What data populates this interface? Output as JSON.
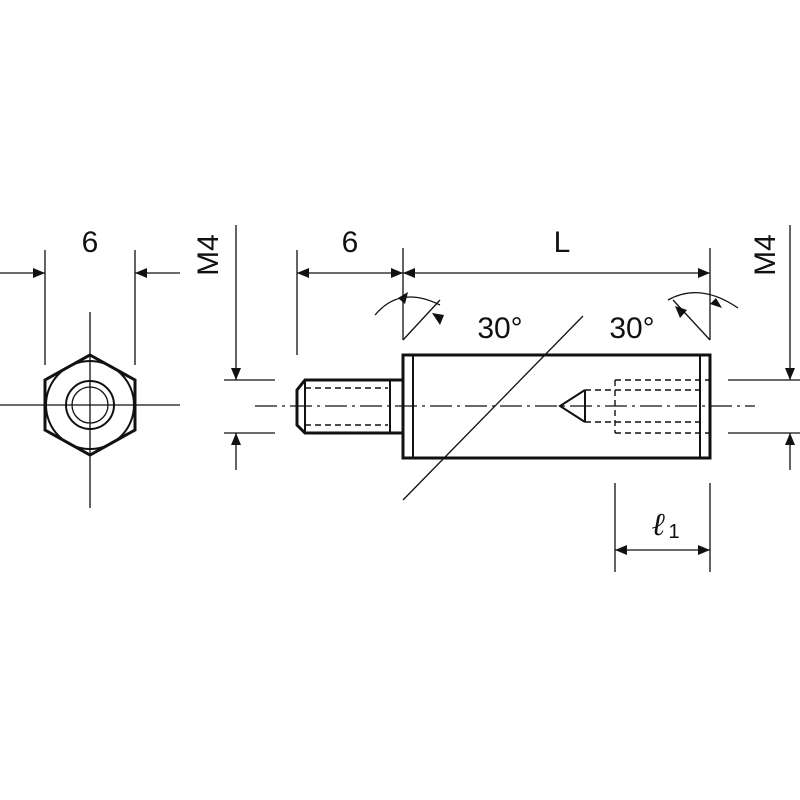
{
  "labels": {
    "hex_width": "6",
    "thread_left": "M4",
    "thread_right": "M4",
    "stud_length": "6",
    "body_length": "L",
    "angle_left": "30°",
    "angle_right": "30°",
    "hole_depth_letter": "ℓ",
    "hole_depth_sub": "1"
  }
}
